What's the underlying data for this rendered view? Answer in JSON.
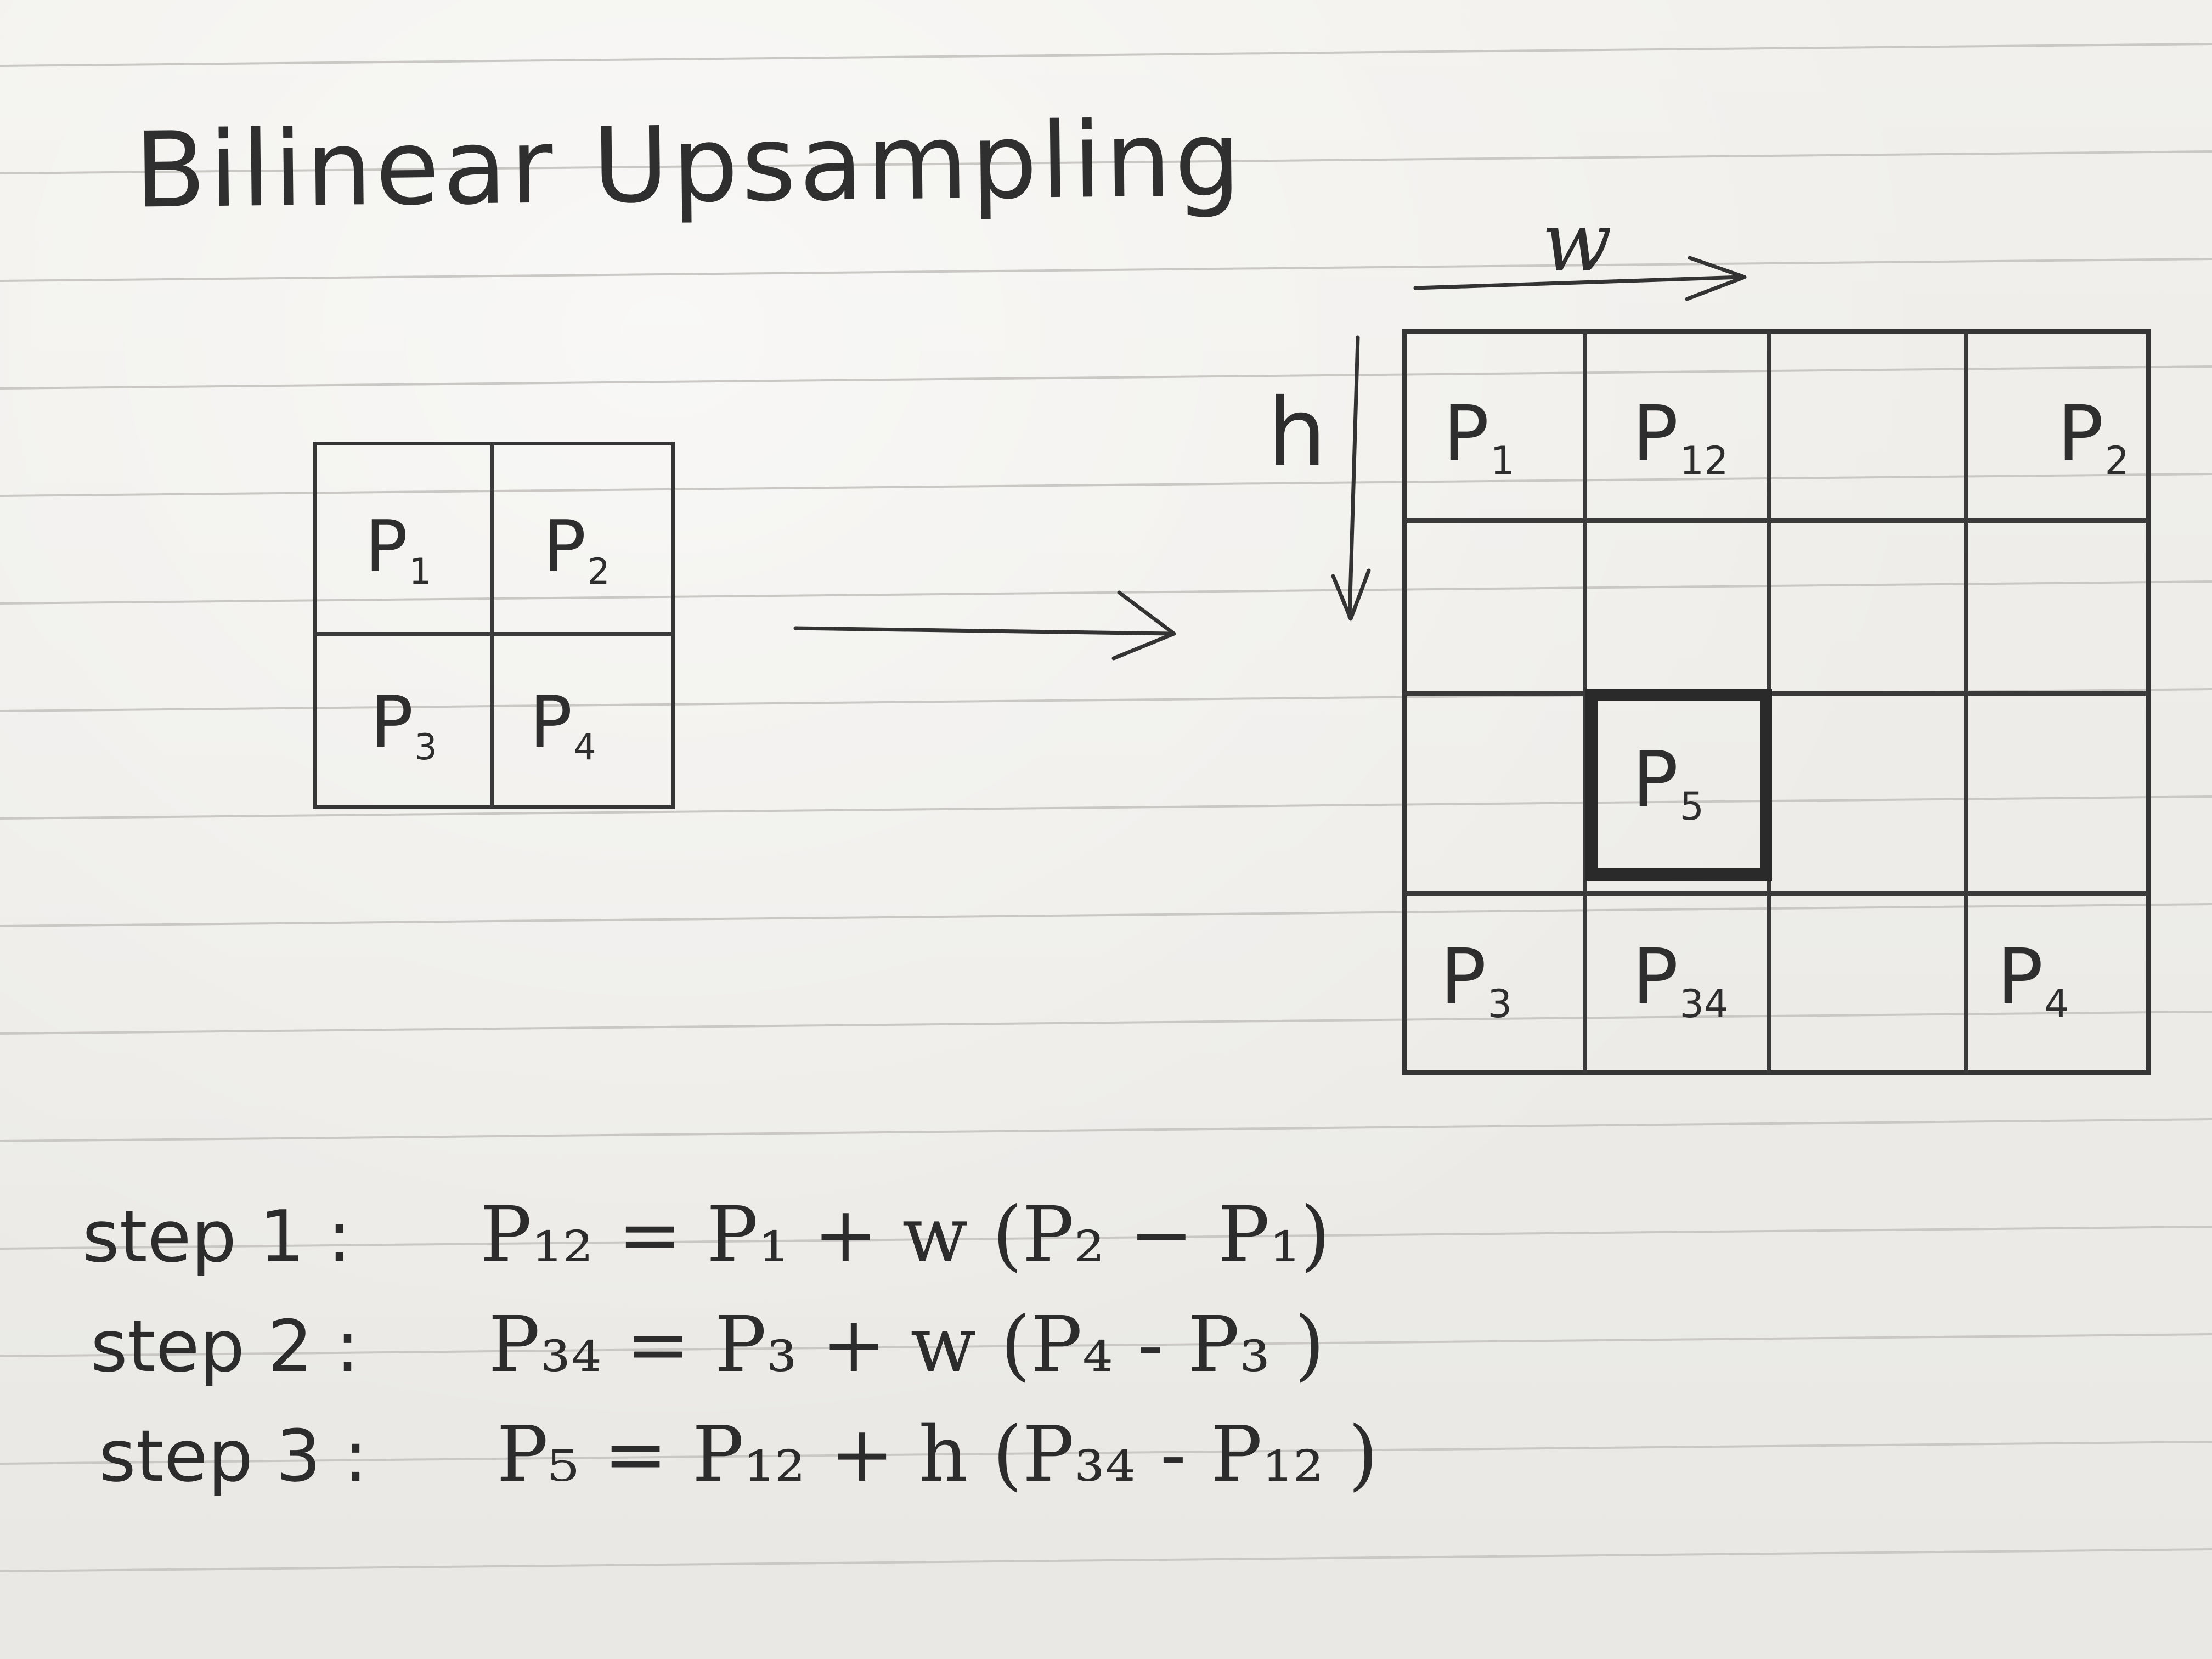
{
  "title": "Bilinear Upsampling",
  "colors": {
    "ink": "#2e2e2e",
    "paper": "#ecebe7",
    "rule": "#c9c8c4"
  },
  "input_grid": {
    "cells": [
      {
        "p": "P",
        "sub": "1"
      },
      {
        "p": "P",
        "sub": "2"
      },
      {
        "p": "P",
        "sub": "3"
      },
      {
        "p": "P",
        "sub": "4"
      }
    ]
  },
  "output_grid": {
    "axis_w": "w",
    "axis_h": "h",
    "labels": {
      "p1": {
        "p": "P",
        "sub": "1"
      },
      "p12": {
        "p": "P",
        "sub": "12"
      },
      "p2": {
        "p": "P",
        "sub": "2"
      },
      "p5": {
        "p": "P",
        "sub": "5"
      },
      "p3": {
        "p": "P",
        "sub": "3"
      },
      "p34": {
        "p": "P",
        "sub": "34"
      },
      "p4": {
        "p": "P",
        "sub": "4"
      }
    }
  },
  "steps": [
    {
      "label": "step 1 :",
      "formula": "P₁₂ = P₁ + w (P₂ − P₁)"
    },
    {
      "label": "step 2 :",
      "formula": "P₃₄ = P₃ + w (P₄ - P₃ )"
    },
    {
      "label": "step 3 :",
      "formula": "P₅ = P₁₂ + h (P₃₄ - P₁₂ )"
    }
  ]
}
